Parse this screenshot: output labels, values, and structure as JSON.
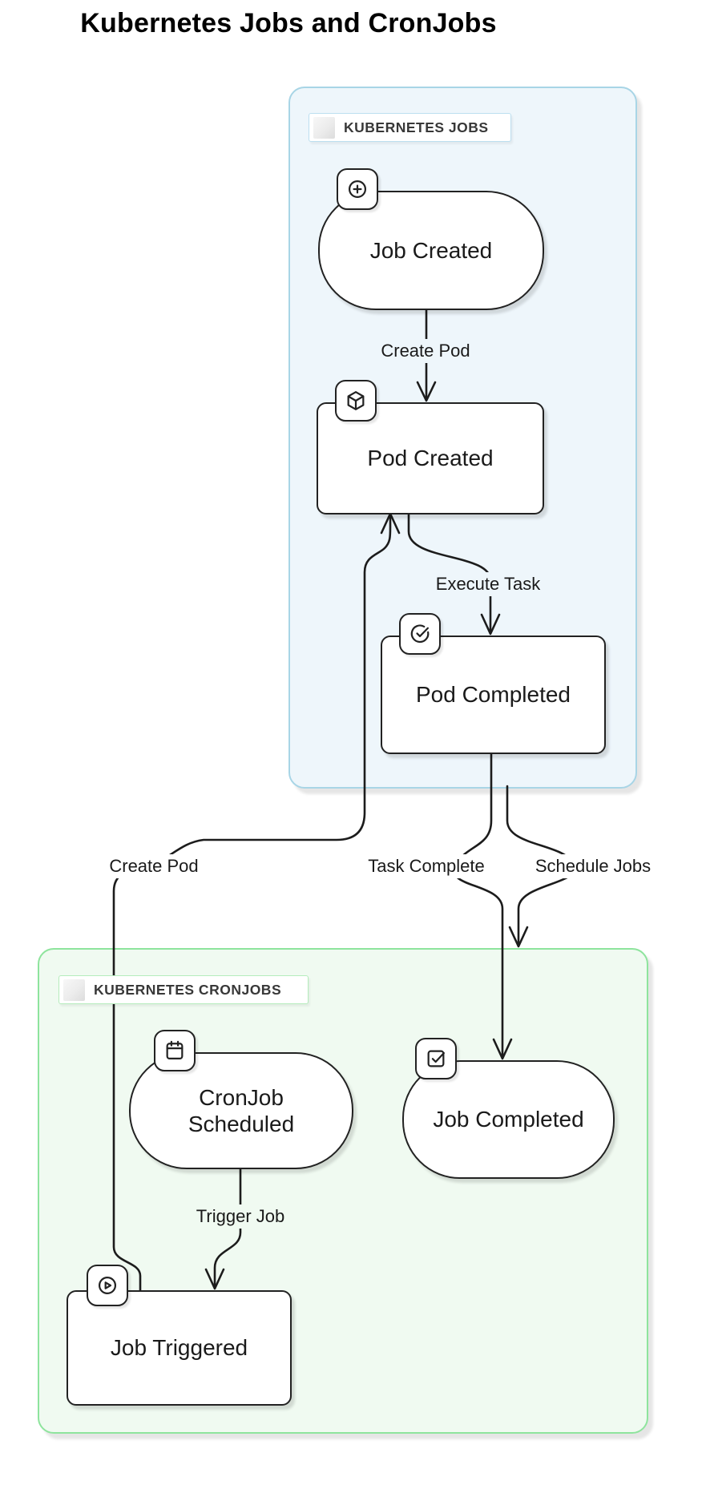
{
  "title": "Kubernetes Jobs and CronJobs",
  "subgraphs": {
    "jobs": {
      "label": "KUBERNETES JOBS"
    },
    "cronjobs": {
      "label": "KUBERNETES CRONJOBS"
    }
  },
  "nodes": {
    "job_created": {
      "label": "Job Created",
      "shape": "stadium",
      "icon": "plus-circle-icon"
    },
    "pod_created": {
      "label": "Pod Created",
      "shape": "rounded-rect",
      "icon": "cube-icon"
    },
    "pod_completed": {
      "label": "Pod Completed",
      "shape": "rounded-rect",
      "icon": "check-circle-icon"
    },
    "cronjob_scheduled": {
      "label": "CronJob Scheduled",
      "shape": "stadium",
      "icon": "calendar-icon"
    },
    "job_completed": {
      "label": "Job Completed",
      "shape": "stadium",
      "icon": "check-square-icon"
    },
    "job_triggered": {
      "label": "Job Triggered",
      "shape": "rounded-rect",
      "icon": "play-circle-icon"
    }
  },
  "edges": {
    "job_created_to_pod_created": {
      "from": "job_created",
      "to": "pod_created",
      "label": "Create Pod"
    },
    "pod_created_to_pod_completed": {
      "from": "pod_created",
      "to": "pod_completed",
      "label": "Execute Task"
    },
    "job_triggered_to_pod_created": {
      "from": "job_triggered",
      "to": "pod_created",
      "label": "Create Pod"
    },
    "pod_completed_to_job_completed": {
      "from": "pod_completed",
      "to": "job_completed",
      "label": "Task Complete"
    },
    "jobs_to_cronjobs": {
      "from": "jobs",
      "to": "cronjobs",
      "label": "Schedule Jobs"
    },
    "cronjob_scheduled_to_job_triggered": {
      "from": "cronjob_scheduled",
      "to": "job_triggered",
      "label": "Trigger Job"
    }
  },
  "colors": {
    "jobs_fill": "#eef6fb",
    "jobs_border": "#a8d5e6",
    "cronjobs_fill": "#f0faf1",
    "cronjobs_border": "#8ee49d",
    "node_fill": "#ffffff",
    "node_border": "#222222",
    "edge_stroke": "#1c1c1c",
    "text": "#1a1a1a",
    "subgraph_label_text": "#383838"
  }
}
